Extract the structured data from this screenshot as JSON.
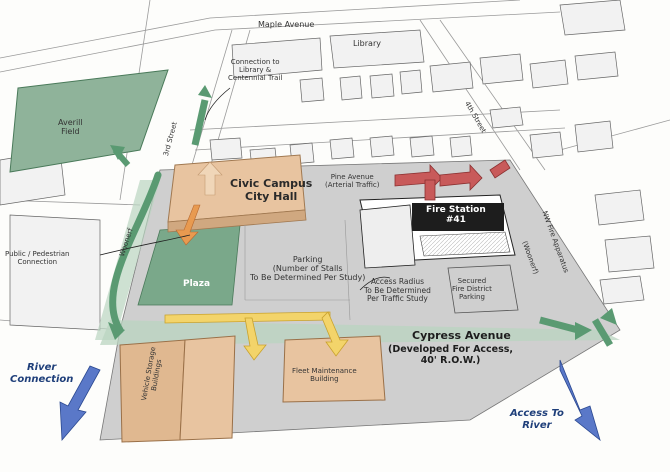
{
  "labels": {
    "maple_avenue": "Maple Avenue",
    "library": "Library",
    "connection_library_1": "Connection to",
    "connection_library_2": "Library &",
    "connection_library_3": "Centennial Trail",
    "averill_field_1": "Averill",
    "averill_field_2": "Field",
    "third_street": "3rd Street",
    "fourth_street": "4th Street",
    "woonerf": "Woonerf",
    "civic_campus_1": "Civic Campus",
    "civic_campus_2": "City Hall",
    "pedestrian_1": "Public / Pedestrian",
    "pedestrian_2": "Connection",
    "plaza": "Plaza",
    "parking_1": "Parking",
    "parking_2": "(Number of Stalls",
    "parking_3": "To Be Determined Per Study)",
    "pine_avenue_1": "Pine Avenue",
    "pine_avenue_2": "(Arterial Traffic)",
    "fire_station_1": "Fire Station",
    "fire_station_2": "#41",
    "access_radius_1": "Access Radius",
    "access_radius_2": "To Be Determined",
    "access_radius_3": "Per Traffic Study",
    "secured_parking_1": "Secured",
    "secured_parking_2": "Fire District",
    "secured_parking_3": "Parking",
    "nw_fire_apparatus": "NW Fire Apparatus",
    "woonerf_paren": "(Woonerf)",
    "cypress_avenue": "Cypress Avenue",
    "developed_1": "(Developed For Access,",
    "developed_2": "40' R.O.W.)",
    "fleet_1": "Fleet Maintenance",
    "fleet_2": "Building",
    "vehicle_storage_1": "Vehicle Storage",
    "vehicle_storage_2": "Buildings",
    "river_connection_1": "River",
    "river_connection_2": "Connection",
    "access_river_1": "Access To",
    "access_river_2": "River"
  },
  "colors": {
    "green": "#5a9a72",
    "tan": "#e8c4a0",
    "blue": "#5a78c8",
    "red": "#c85a5a",
    "yellow": "#f3d46a",
    "orange": "#e89a50"
  }
}
